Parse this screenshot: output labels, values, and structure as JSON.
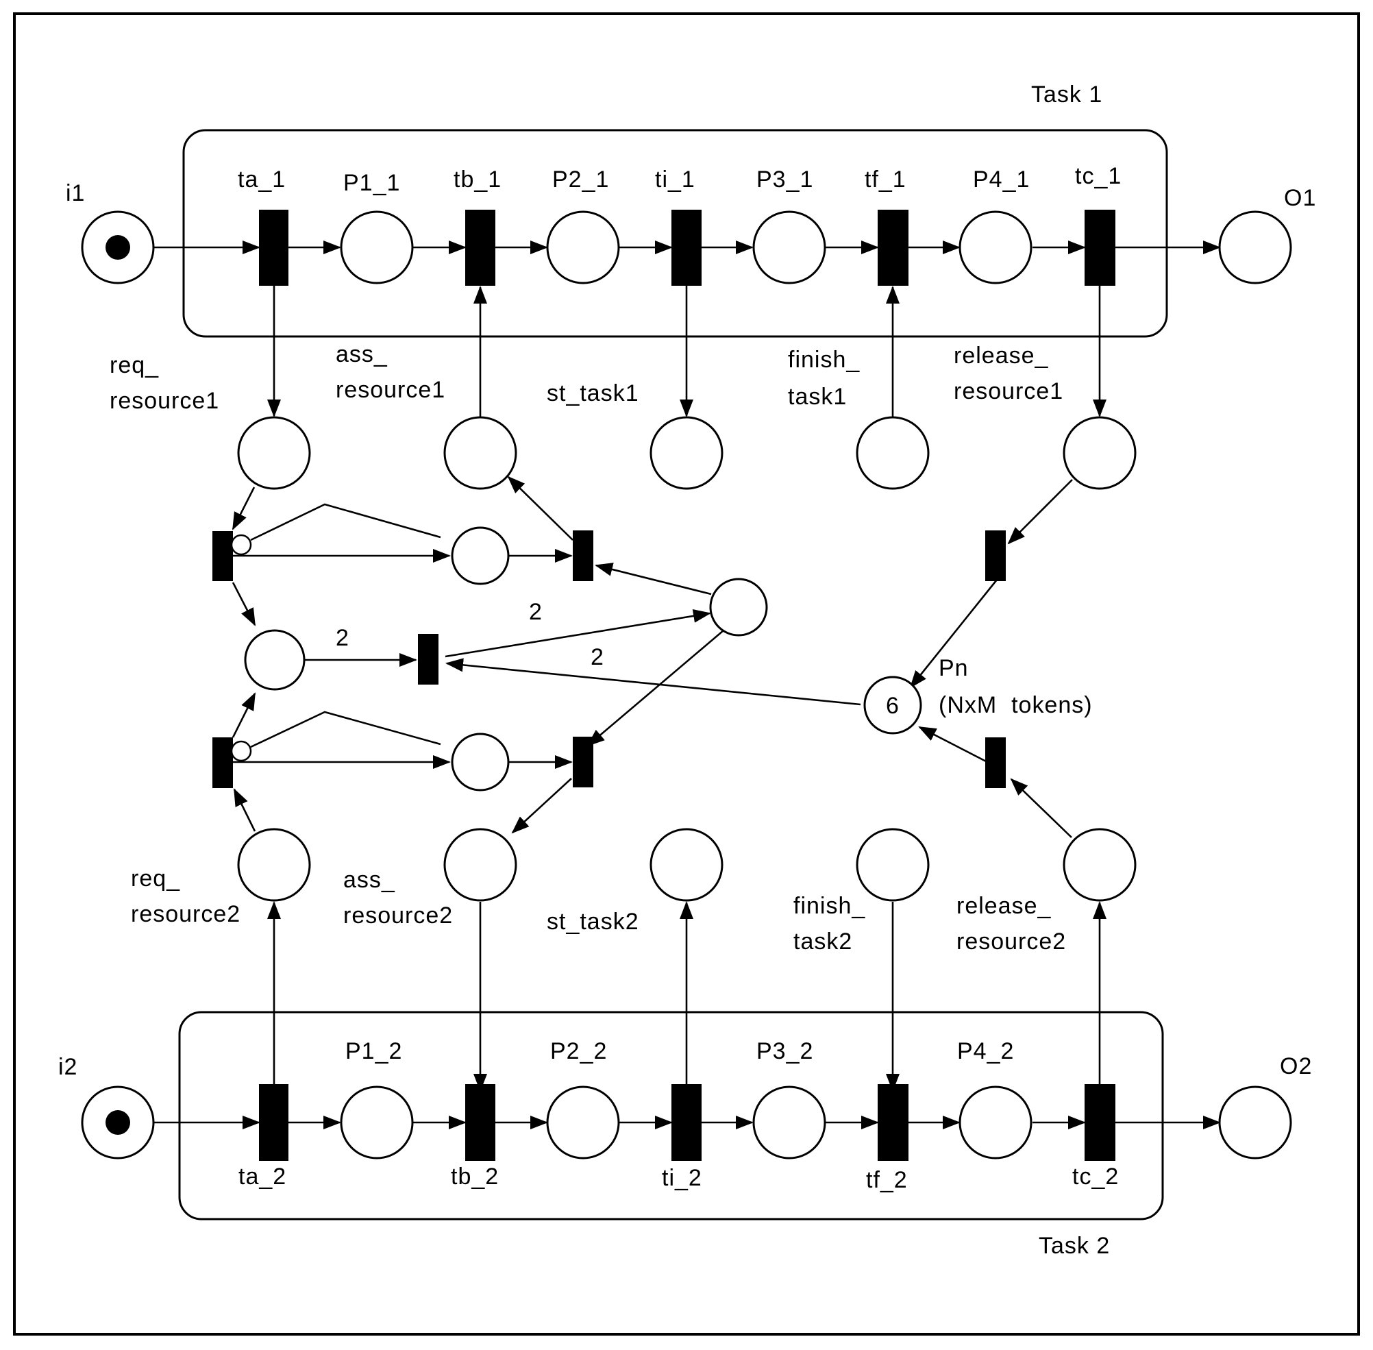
{
  "task1": {
    "title": "Task 1",
    "input_place": "i1",
    "output_place": "O1",
    "places": [
      "P1_1",
      "P2_1",
      "P3_1",
      "P4_1"
    ],
    "transitions": [
      "ta_1",
      "tb_1",
      "ti_1",
      "tf_1",
      "tc_1"
    ],
    "interface": [
      [
        "req_",
        "resource1"
      ],
      [
        "ass_",
        "resource1"
      ],
      [
        "st_task1"
      ],
      [
        "finish_",
        "task1"
      ],
      [
        "release_",
        "resource1"
      ]
    ]
  },
  "task2": {
    "title": "Task 2",
    "input_place": "i2",
    "output_place": "O2",
    "places": [
      "P1_2",
      "P2_2",
      "P3_2",
      "P4_2"
    ],
    "transitions": [
      "ta_2",
      "tb_2",
      "ti_2",
      "tf_2",
      "tc_2"
    ],
    "interface": [
      [
        "req_",
        "resource2"
      ],
      [
        "ass_",
        "resource2"
      ],
      [
        "st_task2"
      ],
      [
        "finish_",
        "task2"
      ],
      [
        "release_",
        "resource2"
      ]
    ]
  },
  "resource_pool": {
    "name": "Pn",
    "description": "(NxM  tokens)",
    "tokens": "6"
  },
  "arc_weights": [
    "2",
    "2",
    "2"
  ]
}
